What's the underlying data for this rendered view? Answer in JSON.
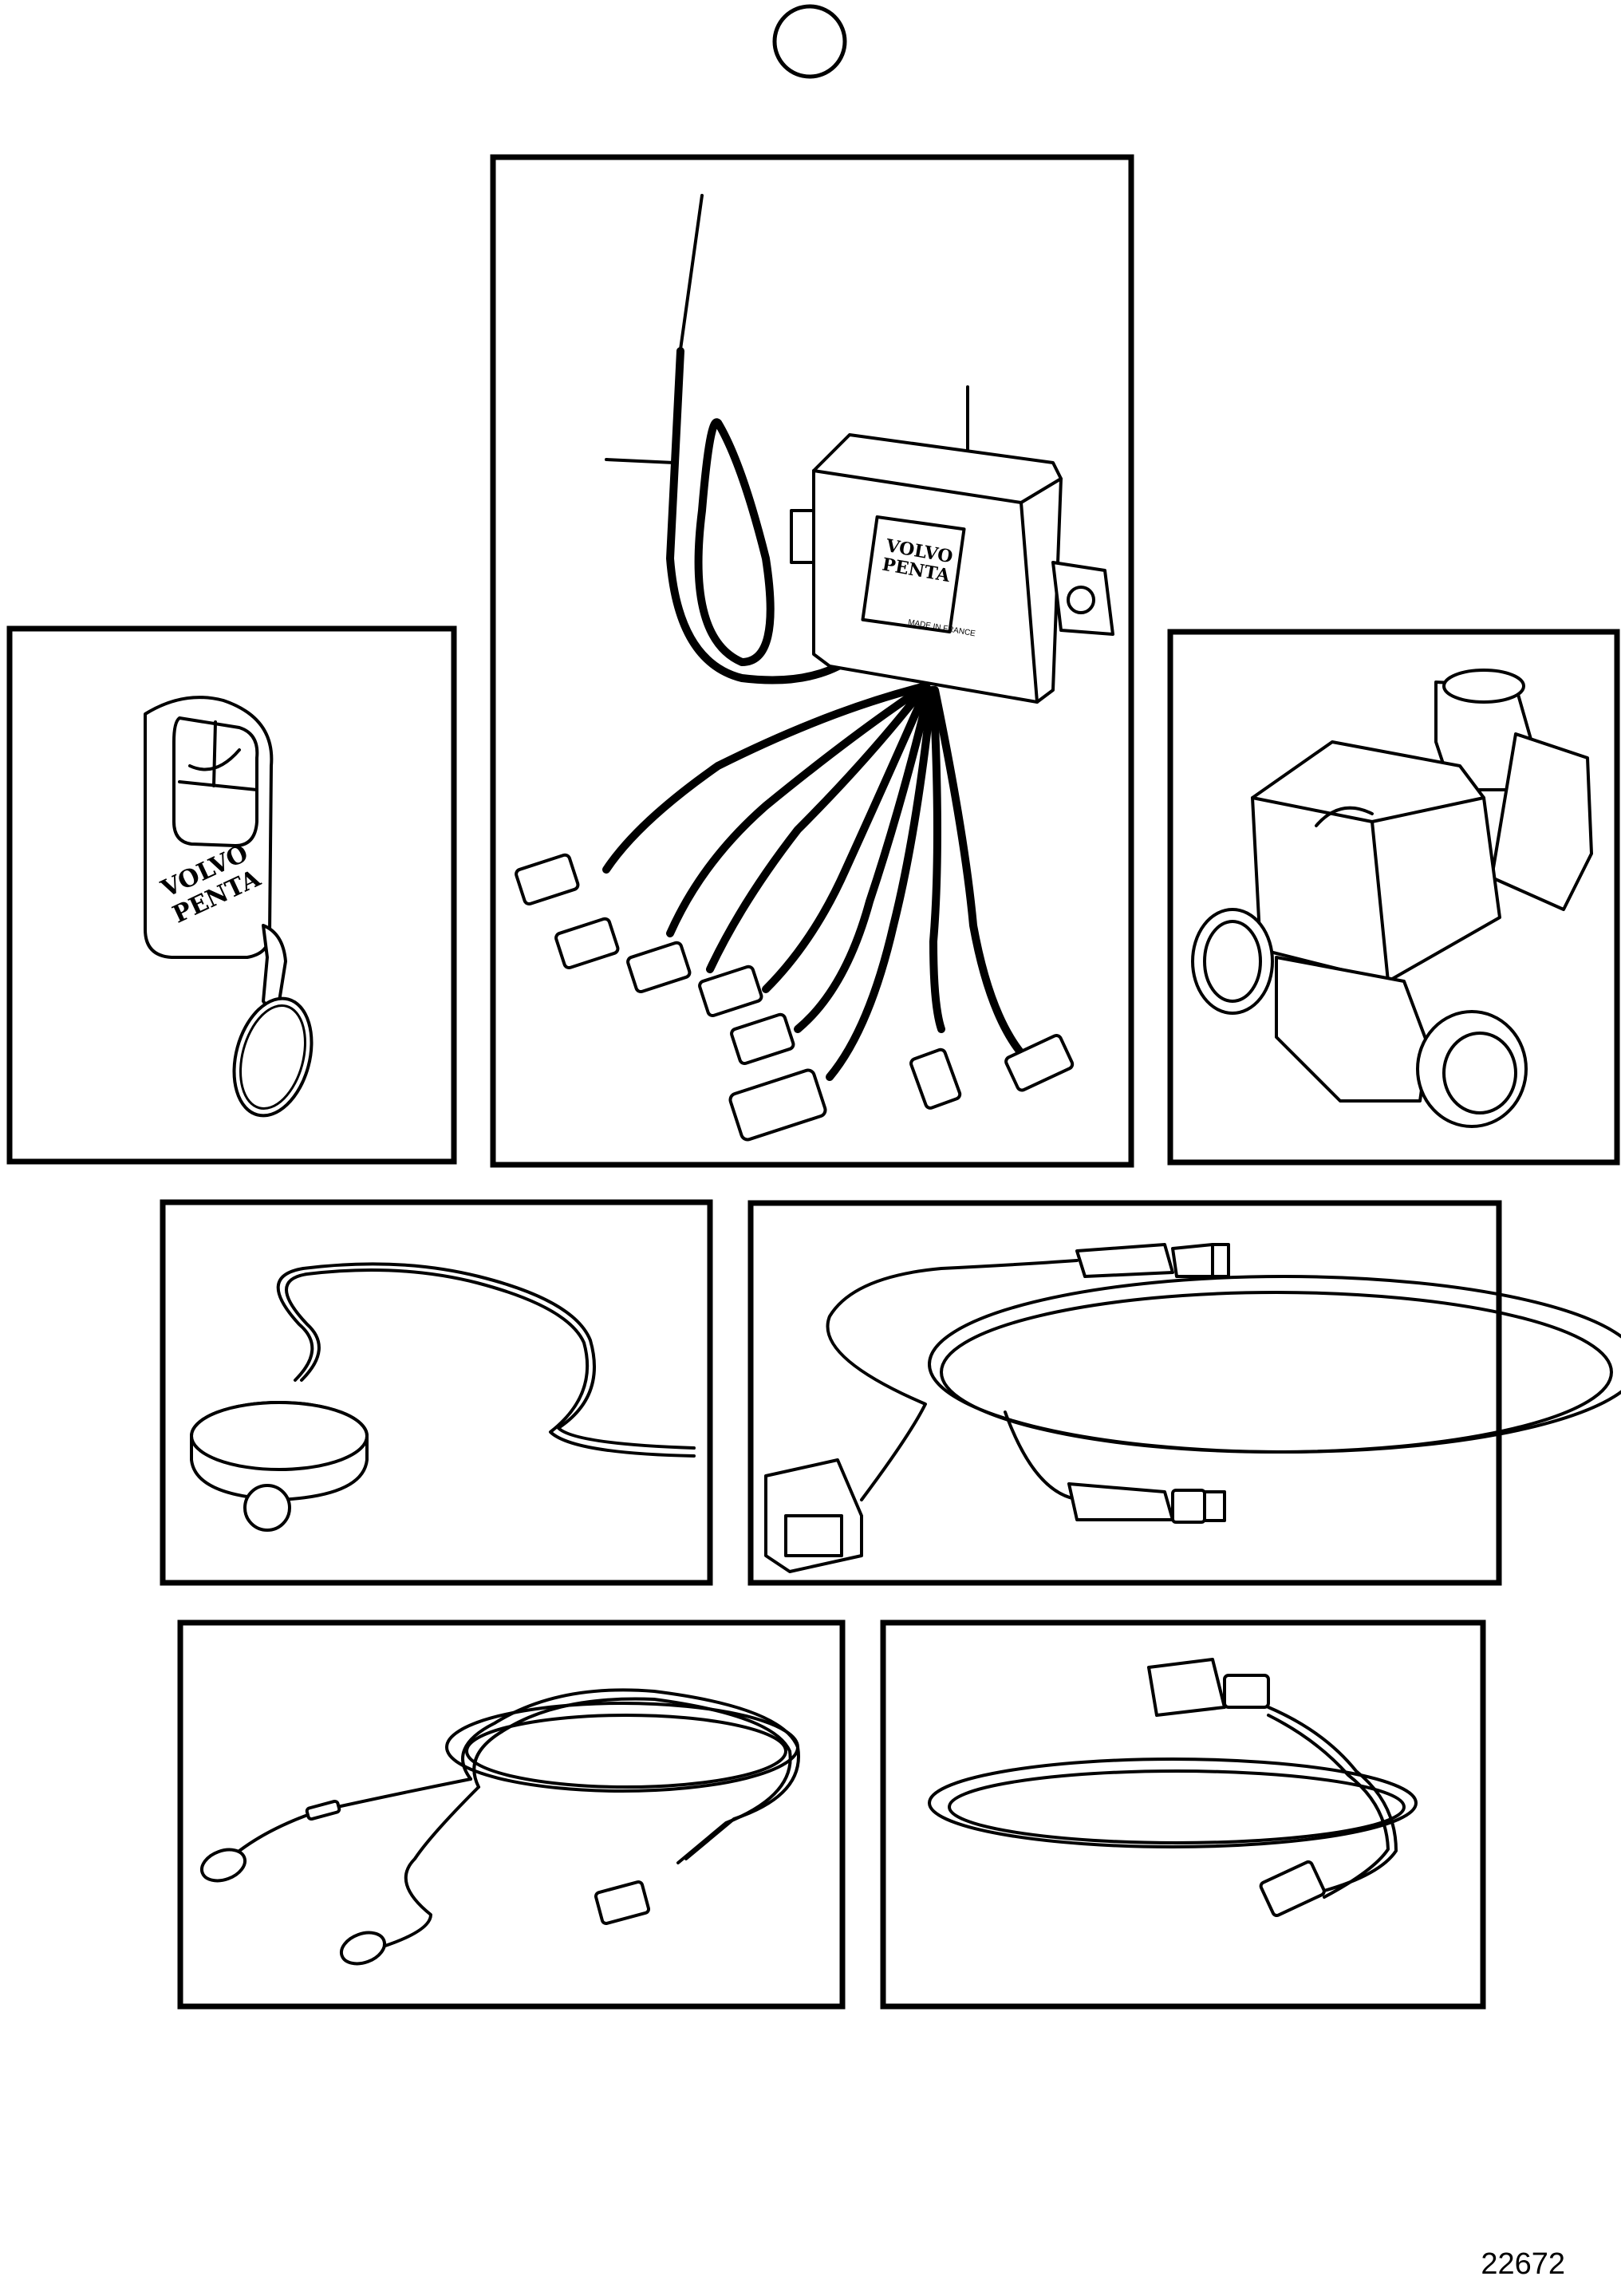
{
  "figure_number": "22672",
  "brand_logo": [
    "VOLVO",
    "PENTA"
  ],
  "module_label": "MADE IN FRANCE",
  "icons": [
    "indicator-circle",
    "remote-key-fob",
    "control-module",
    "solenoid-valve",
    "sensor-puck",
    "sensor-harness",
    "power-cable",
    "connector-cable"
  ]
}
